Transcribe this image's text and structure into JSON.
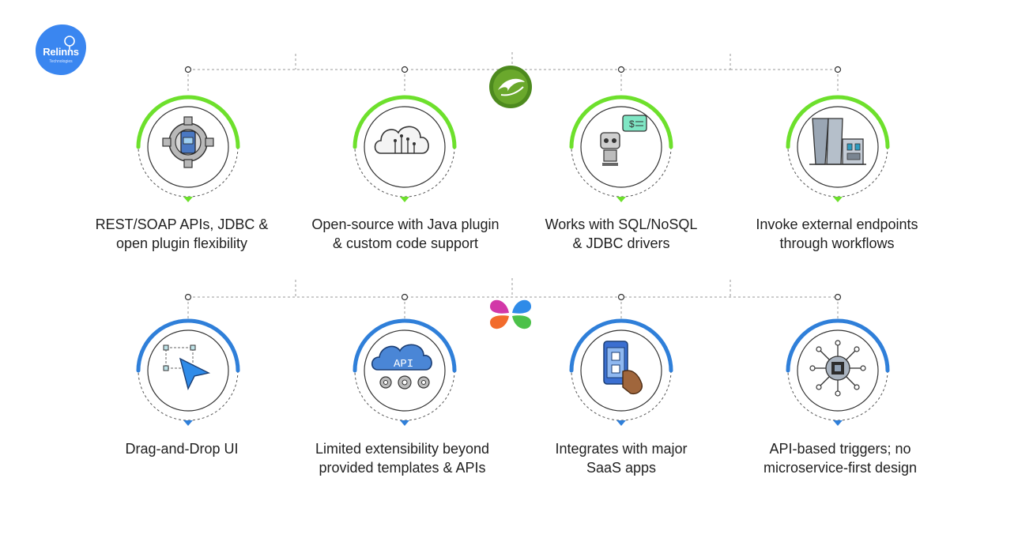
{
  "brand": {
    "name": "Relinns",
    "sub": "Technologies",
    "color": "#3a86f0"
  },
  "rows": [
    {
      "name": "row-top",
      "accent": "#6de02c",
      "logo": "green-leaf-logo",
      "items": [
        {
          "icon": "gear-phone-icon",
          "caption": "REST/SOAP APIs, JDBC &\nopen plugin flexibility"
        },
        {
          "icon": "cloud-circuit-icon",
          "caption": "Open-source with Java plugin\n& custom code support"
        },
        {
          "icon": "robot-chat-icon",
          "caption": "Works with SQL/NoSQL\n& JDBC drivers"
        },
        {
          "icon": "factory-icon",
          "caption": "Invoke external endpoints\nthrough workflows"
        }
      ]
    },
    {
      "name": "row-bottom",
      "accent": "#2f7fd9",
      "logo": "four-petal-logo",
      "items": [
        {
          "icon": "drag-drop-icon",
          "caption": "Drag-and-Drop UI"
        },
        {
          "icon": "cloud-api-icon",
          "cloud_text": "API",
          "caption": "Limited extensibility beyond\nprovided templates & APIs"
        },
        {
          "icon": "phone-hand-icon",
          "caption": "Integrates with major\nSaaS apps"
        },
        {
          "icon": "chip-network-icon",
          "caption": "API-based triggers; no\nmicroservice-first design"
        }
      ]
    }
  ]
}
